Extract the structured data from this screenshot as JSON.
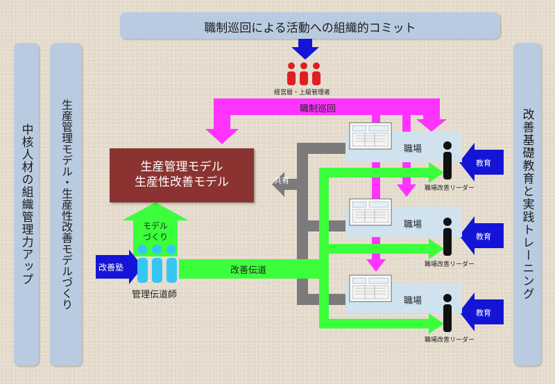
{
  "top_banner": "職制巡回による活動への組織的コミット",
  "left_col1": "中核人材の組織管理力アップ",
  "left_col2": "生産管理モデル・生産性改善モデルづくり",
  "right_col": "改善基礎教育と実践トレーニング",
  "executives_label": "経営層・上級管理者",
  "patrol_label": "職制巡回",
  "model_box": {
    "line1": "生産管理モデル",
    "line2": "生産性改善モデル"
  },
  "share_label": "共有",
  "model_making": {
    "line1": "モデル",
    "line2": "づくり"
  },
  "juku_label": "改善塾",
  "trainers_label": "管理伝道師",
  "propagation_label": "改善伝道",
  "workplaces": [
    {
      "name": "職場",
      "leader": "職場改善リーダー",
      "edu": "教育"
    },
    {
      "name": "職場",
      "leader": "職場改善リーダー",
      "edu": "教育"
    },
    {
      "name": "職場",
      "leader": "職場改善リーダー",
      "edu": "教育"
    }
  ],
  "colors": {
    "pill": "#b9cbe1",
    "model_box": "#8b3331",
    "magenta": "#ff33ff",
    "green": "#3cff3c",
    "gray": "#7b7b7b",
    "blue": "#1414d6",
    "cyan_person": "#35c6f4",
    "red_person": "#e02020",
    "workplace_box": "#cfe2ee"
  }
}
